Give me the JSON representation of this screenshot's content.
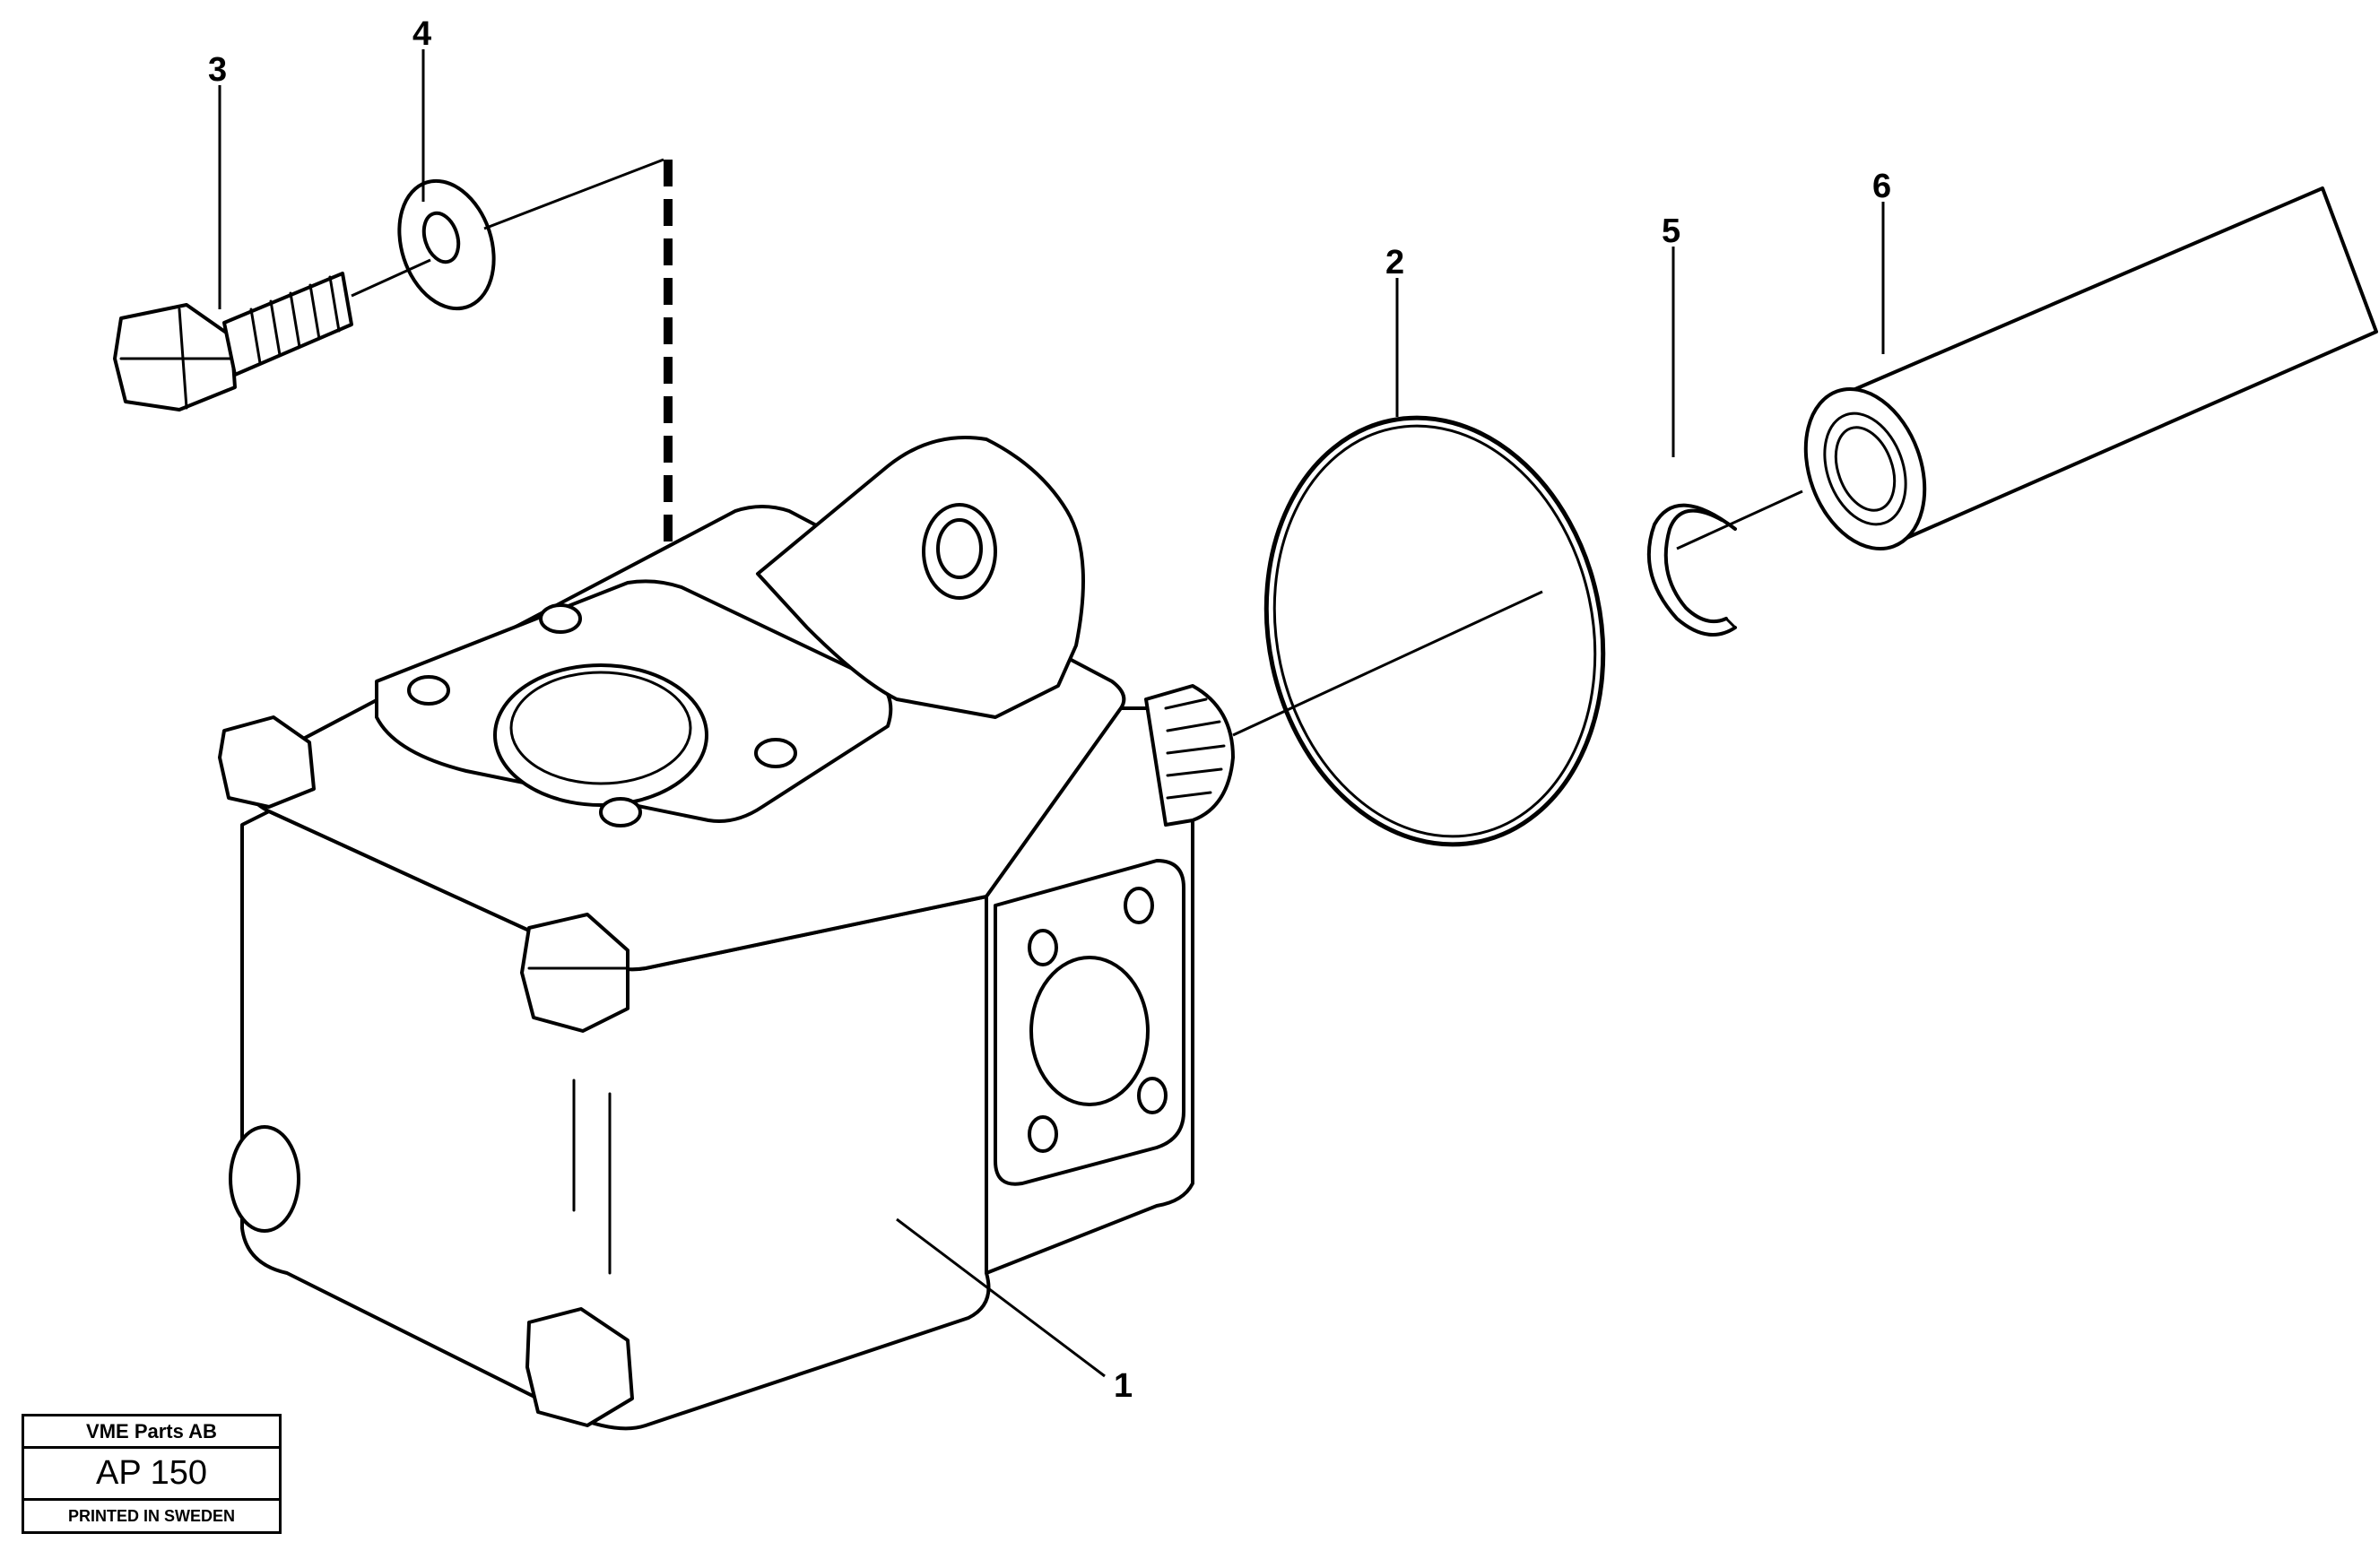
{
  "callouts": [
    {
      "id": "1",
      "label": "1"
    },
    {
      "id": "2",
      "label": "2"
    },
    {
      "id": "3",
      "label": "3"
    },
    {
      "id": "4",
      "label": "4"
    },
    {
      "id": "5",
      "label": "5"
    },
    {
      "id": "6",
      "label": "6"
    }
  ],
  "title_block": {
    "company": "VME Parts AB",
    "code": "AP 150",
    "printed": "PRINTED IN SWEDEN"
  }
}
